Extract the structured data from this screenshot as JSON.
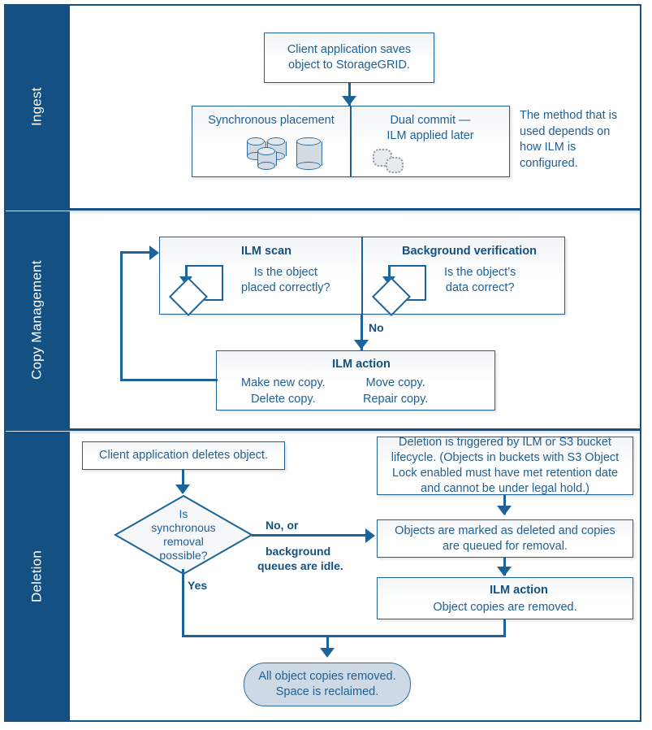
{
  "diagram": {
    "title": "StorageGRID object lifecycle flow",
    "colors": {
      "lane_header_bg": "#145182",
      "frame_border": "#155182",
      "box_border": "#1f6096",
      "connector": "#1c6399",
      "text_blue": "#1f5f93",
      "pill_fill": "#cdd9e4"
    }
  },
  "lanes": [
    {
      "label": "Ingest"
    },
    {
      "label": "Copy Management"
    },
    {
      "label": "Deletion"
    }
  ],
  "ingest": {
    "start_box": "Client application saves\nobject to StorageGRID.",
    "start_box_line1": "Client application saves",
    "start_box_line2": "object to StorageGRID.",
    "option_left_title": "Synchronous placement",
    "option_right_title_line1": "Dual commit —",
    "option_right_title_line2": "ILM applied later",
    "note": "The method that is used depends on how ILM is configured.",
    "icons": {
      "cylinder_group": "database-cylinders-icon",
      "single_cylinder": "database-cylinder-icon",
      "pending_copies": "pending-copies-icon"
    }
  },
  "copy_management": {
    "scan_title": "ILM scan",
    "scan_question_line1": "Is the object",
    "scan_question_line2": "placed correctly?",
    "verify_title": "Background verification",
    "verify_question_line1": "Is the object’s",
    "verify_question_line2": "data correct?",
    "edge_no": "No",
    "action_title": "ILM action",
    "action_col1_line1": "Make new copy.",
    "action_col1_line2": "Delete copy.",
    "action_col2_line1": "Move copy.",
    "action_col2_line2": "Repair copy."
  },
  "deletion": {
    "client_delete": "Client application deletes object.",
    "decision_line1": "Is",
    "decision_line2": "synchronous",
    "decision_line3": "removal",
    "decision_line4": "possible?",
    "edge_no_line1": "No, or",
    "edge_no_line2": "background",
    "edge_no_line3": "queues are idle.",
    "edge_yes": "Yes",
    "trigger_box_line1": "Deletion is triggered by ILM or  S3 bucket",
    "trigger_box_line2": "lifecycle. (Objects in buckets with S3 Object",
    "trigger_box_line3": "Lock enabled must have met retention date",
    "trigger_box_line4": "and cannot be under legal hold.)",
    "marked_box_line1": "Objects are marked as deleted and copies",
    "marked_box_line2": "are queued for removal.",
    "ilm_action_title": "ILM action",
    "ilm_action_text": "Object copies are removed.",
    "terminator_line1": "All object copies removed.",
    "terminator_line2": "Space is reclaimed."
  }
}
